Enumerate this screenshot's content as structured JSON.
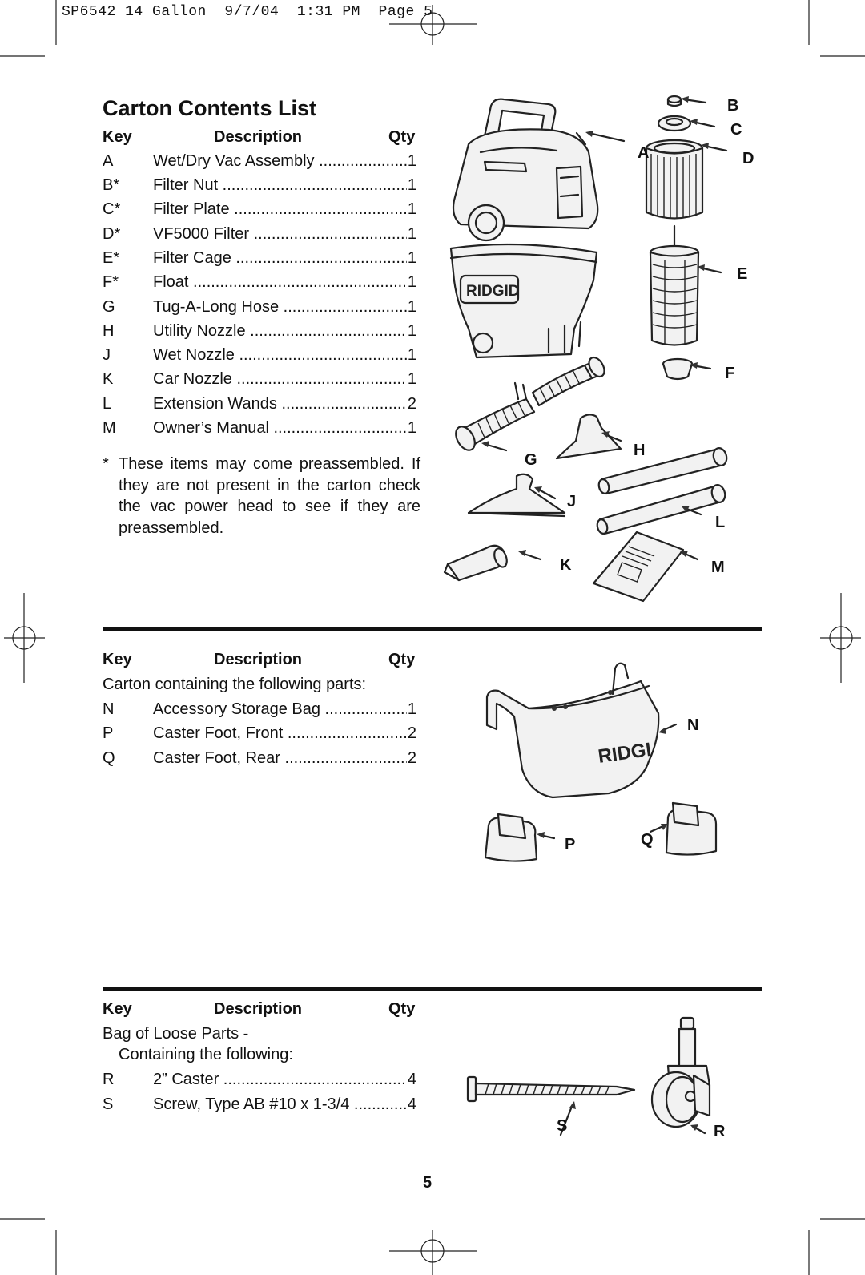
{
  "slug": "SP6542 14 Gallon  9/7/04  1:31 PM  Page 5",
  "title": "Carton Contents List",
  "headers": {
    "key": "Key",
    "description": "Description",
    "qty": "Qty"
  },
  "items": [
    {
      "key": "A",
      "description": "Wet/Dry Vac Assembly",
      "qty": "1"
    },
    {
      "key": "B*",
      "description": "Filter Nut",
      "qty": "1"
    },
    {
      "key": "C*",
      "description": "Filter Plate",
      "qty": "1"
    },
    {
      "key": "D*",
      "description": "VF5000 Filter",
      "qty": "1"
    },
    {
      "key": "E*",
      "description": "Filter Cage",
      "qty": "1"
    },
    {
      "key": "F*",
      "description": "Float",
      "qty": "1"
    },
    {
      "key": "G",
      "description": "Tug-A-Long Hose",
      "qty": "1"
    },
    {
      "key": "H",
      "description": "Utility Nozzle",
      "qty": "1"
    },
    {
      "key": "J",
      "description": "Wet Nozzle",
      "qty": "1"
    },
    {
      "key": "K",
      "description": "Car Nozzle",
      "qty": "1"
    },
    {
      "key": "L",
      "description": "Extension Wands",
      "qty": "2"
    },
    {
      "key": "M",
      "description": "Owner’s Manual",
      "qty": "1"
    }
  ],
  "note": {
    "star": "*",
    "text": "These items may come preassembled. If they are not present in the carton check the vac power head to see if they are preassembled."
  },
  "section2": {
    "intro": "Carton containing the following parts:",
    "items": [
      {
        "key": "N",
        "description": "Accessory Storage Bag",
        "qty": "1"
      },
      {
        "key": "P",
        "description": "Caster Foot, Front",
        "qty": "2"
      },
      {
        "key": "Q",
        "description": "Caster Foot, Rear",
        "qty": "2"
      }
    ]
  },
  "section3": {
    "intro_line1": "Bag of Loose Parts -",
    "intro_line2": "Containing the following:",
    "items": [
      {
        "key": "R",
        "description": "2” Caster",
        "qty": "4"
      },
      {
        "key": "S",
        "description": "Screw, Type AB #10 x 1-3/4",
        "qty": "4"
      }
    ]
  },
  "figure_labels": {
    "a": "A",
    "b": "B",
    "c": "C",
    "d": "D",
    "e": "E",
    "f": "F",
    "g": "G",
    "h": "H",
    "j": "J",
    "k": "K",
    "l": "L",
    "m": "M",
    "n": "N",
    "p": "P",
    "q": "Q",
    "r": "R",
    "s": "S"
  },
  "brand_vac": "RIDGID",
  "brand_bag": "RIDGI",
  "page_number": "5"
}
